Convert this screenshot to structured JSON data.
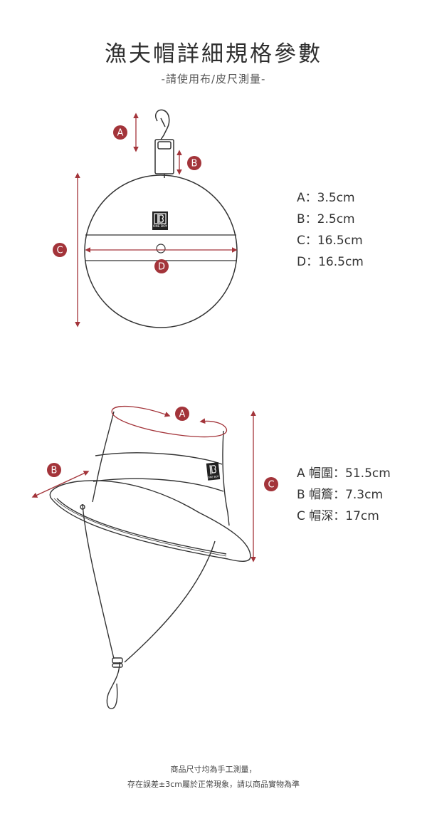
{
  "header": {
    "title": "漁夫帽詳細規格參數",
    "subtitle": "-請使用布/皮尺測量-"
  },
  "pouch_diagram": {
    "markers": [
      "A",
      "B",
      "C",
      "D"
    ],
    "logo_text": "ONE BOY",
    "specs": [
      "A：3.5cm",
      "B：2.5cm",
      "C：16.5cm",
      "D：16.5cm"
    ]
  },
  "hat_diagram": {
    "markers": [
      "A",
      "B",
      "C"
    ],
    "logo_text": "ONE BOY",
    "specs": [
      "A 帽圍：51.5cm",
      "B 帽簷：7.3cm",
      "C 帽深：17cm"
    ]
  },
  "footer": {
    "line1": "商品尺寸均為手工測量，",
    "line2": "存在誤差±3cm屬於正常現象，請以商品實物為準"
  },
  "colors": {
    "accent": "#a3343a",
    "line": "#333333"
  }
}
